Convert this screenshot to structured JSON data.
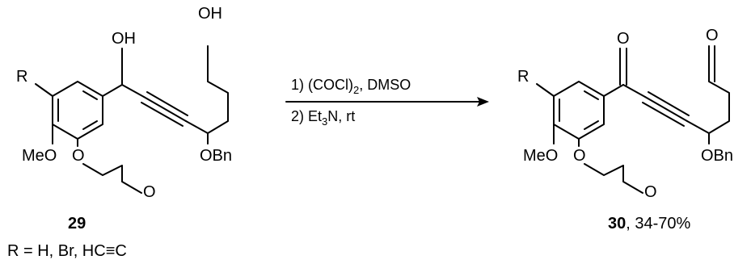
{
  "reactant": {
    "number": "29",
    "labels": {
      "r": "R",
      "oh1": "OH",
      "oh2": "OH",
      "o_mom": "O",
      "o_methyl": "O",
      "meo": "MeO",
      "obn": "OBn"
    }
  },
  "product": {
    "number": "30",
    "yield": ", 34-70%",
    "labels": {
      "r": "R",
      "o_ketone": "O",
      "o_aldehyde": "O",
      "o_mom": "O",
      "o_methyl": "O",
      "meo": "MeO",
      "obn": "OBn"
    }
  },
  "conditions": {
    "step1_prefix": "1) (COCl)",
    "step1_sub": "2",
    "step1_suffix": ", DMSO",
    "step2_prefix": "2) Et",
    "step2_sub": "3",
    "step2_suffix": "N, rt"
  },
  "r_definition": "R = H, Br, HC≡C"
}
